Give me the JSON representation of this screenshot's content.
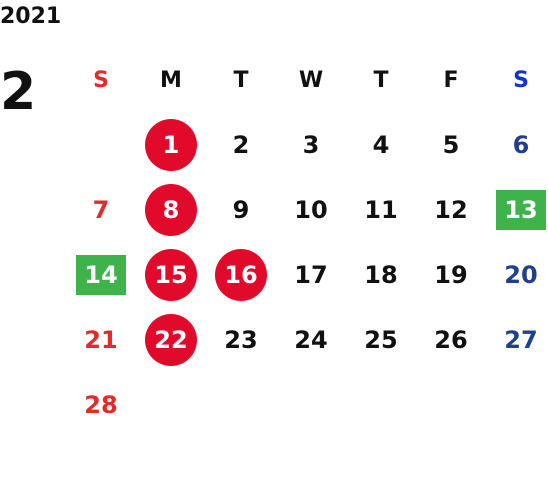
{
  "calendar": {
    "year": "2021",
    "month": "2",
    "weekdays": [
      "S",
      "M",
      "T",
      "W",
      "T",
      "F",
      "S"
    ],
    "weeks": [
      [
        "",
        "1",
        "2",
        "3",
        "4",
        "5",
        "6"
      ],
      [
        "7",
        "8",
        "9",
        "10",
        "11",
        "12",
        "13"
      ],
      [
        "14",
        "15",
        "16",
        "17",
        "18",
        "19",
        "20"
      ],
      [
        "21",
        "22",
        "23",
        "24",
        "25",
        "26",
        "27"
      ],
      [
        "28",
        "",
        "",
        "",
        "",
        "",
        ""
      ]
    ],
    "highlight_circle_days": [
      "1",
      "8",
      "15",
      "16",
      "22"
    ],
    "highlight_box_days": [
      "13",
      "14"
    ]
  },
  "colors": {
    "sunday": "#e52a2a",
    "saturday": "#1f3f8f",
    "saturday_header": "#1133cc",
    "circle_fill": "#e20a2a",
    "box_fill": "#3fb34b",
    "text": "#111111"
  }
}
